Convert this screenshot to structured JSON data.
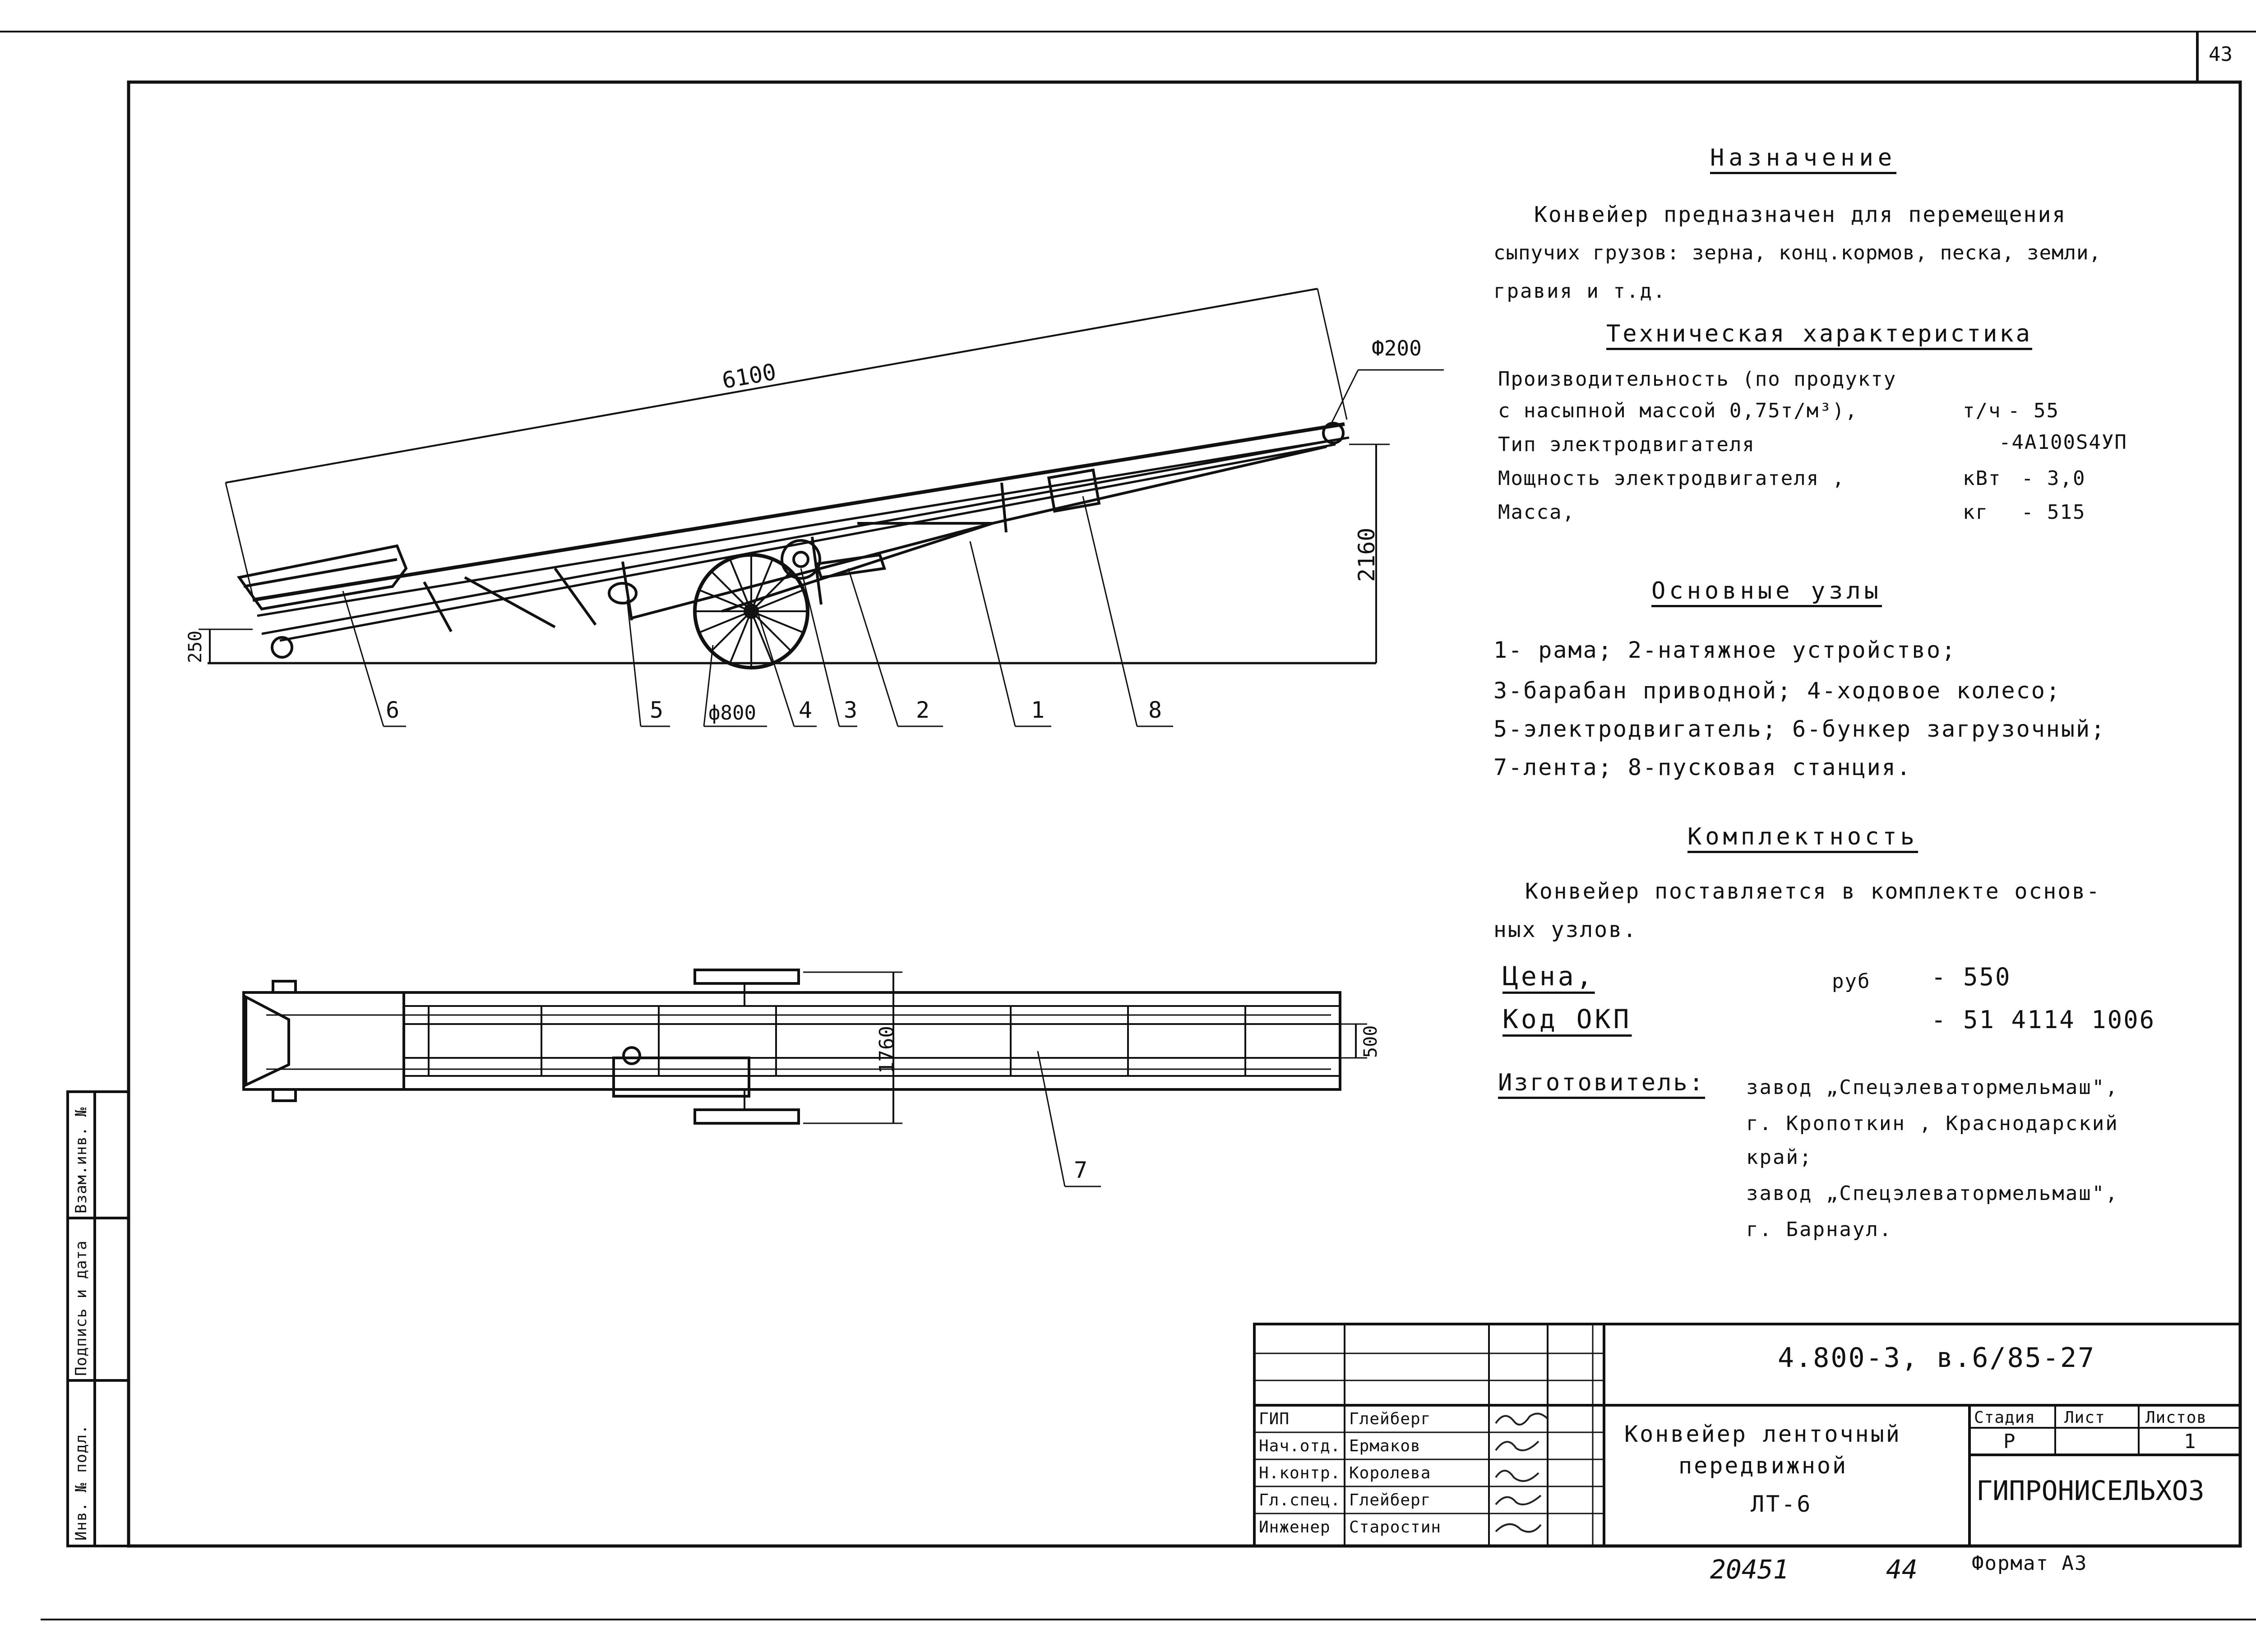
{
  "sheet_number": "43",
  "purpose": {
    "heading": "Назначение",
    "line1": "Конвейер предназначен для перемещения",
    "line2": "сыпучих грузов: зерна, конц.кормов, песка, земли,",
    "line3": "гравия и т.д."
  },
  "tech": {
    "heading": "Техническая характеристика",
    "rows": [
      {
        "label": "Производительность (по продукту",
        "unit": "",
        "value": ""
      },
      {
        "label": "с насыпной массой 0,75т/м³),",
        "unit": "т/ч",
        "value": "- 55"
      },
      {
        "label": "Тип электродвигателя",
        "unit": "",
        "value": "-4А100S4УП"
      },
      {
        "label": "Мощность электродвигателя ,",
        "unit": "кВт",
        "value": "- 3,0"
      },
      {
        "label": "Масса,",
        "unit": "кг",
        "value": "- 515"
      }
    ]
  },
  "units": {
    "heading": "Основные узлы",
    "lines": [
      "1- рама; 2-натяжное устройство;",
      "3-барабан приводной; 4-ходовое колесо;",
      "5-электродвигатель; 6-бункер загрузочный;",
      "7-лента; 8-пусковая станция."
    ]
  },
  "complete": {
    "heading": "Комплектность",
    "line1": "Конвейер поставляется в комплекте основ-",
    "line2": "ных узлов."
  },
  "price": {
    "label": "Цена,",
    "unit": "руб",
    "value": "- 550"
  },
  "okp": {
    "label": "Код ОКП",
    "value": "- 51 4114 1006"
  },
  "maker": {
    "label": "Изготовитель:",
    "lines": [
      "завод „Спецэлеватормельмаш\",",
      "г. Кропоткин , Краснодарский",
      "край;",
      "завод „Спецэлеватормельмаш\",",
      "г. Барнаул."
    ]
  },
  "drawing": {
    "dim_length": "6100",
    "dim_height": "2160",
    "dim_low": "250",
    "dim_drum": "Ф200",
    "dim_wheel": "ф800",
    "dim_track": "1760",
    "dim_belt": "500",
    "callouts": [
      "1",
      "2",
      "3",
      "4",
      "5",
      "6",
      "7",
      "8"
    ]
  },
  "titleblock": {
    "doc_code": "4.800-3, в.6/85-27",
    "title_line1": "Конвейер ленточный",
    "title_line2": "передвижной",
    "title_line3": "ЛТ-6",
    "stage_header": "Стадия",
    "sheet_header": "Лист",
    "sheets_header": "Листов",
    "stage": "Р",
    "sheet": "",
    "sheets": "1",
    "org": "ГИПРОНИСЕЛЬХОЗ",
    "staff": [
      {
        "role": "ГИП",
        "name": "Глейберг"
      },
      {
        "role": "Нач.отд.",
        "name": "Ермаков"
      },
      {
        "role": "Н.контр.",
        "name": "Королева"
      },
      {
        "role": "Гл.спец.",
        "name": "Глейберг"
      },
      {
        "role": "Инженер",
        "name": "Старостин"
      }
    ],
    "archive_no": "20451",
    "archive_page": "44",
    "format": "Формат А3"
  },
  "side_stamp": {
    "inv": "Инв. № подл.",
    "sign": "Подпись и дата",
    "vzam": "Взам.инв. №"
  }
}
